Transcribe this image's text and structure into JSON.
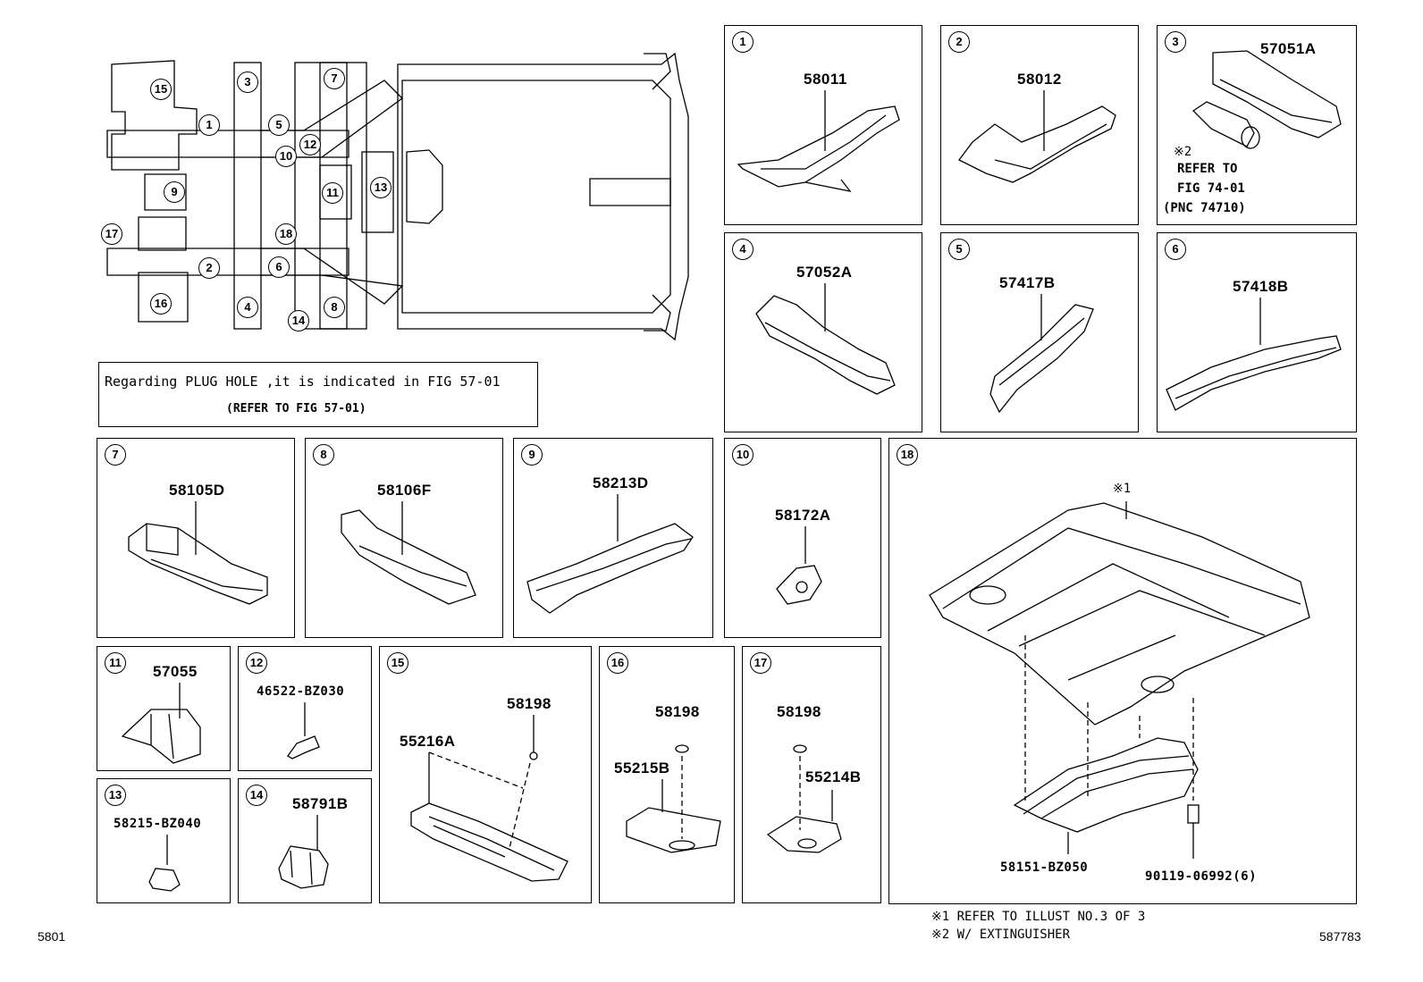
{
  "overview": {
    "callouts": [
      "15",
      "3",
      "1",
      "5",
      "7",
      "12",
      "10",
      "9",
      "11",
      "13",
      "17",
      "18",
      "2",
      "6",
      "16",
      "4",
      "14",
      "8"
    ]
  },
  "plug_note": {
    "line1": "Regarding PLUG HOLE ,it is indicated in FIG 57-01",
    "line2": "(REFER TO FIG 57-01)"
  },
  "panels": [
    {
      "idx": "1",
      "parts": [
        "58011"
      ]
    },
    {
      "idx": "2",
      "parts": [
        "58012"
      ]
    },
    {
      "idx": "3",
      "parts": [
        "57051A"
      ],
      "remark": "※2",
      "refer": [
        "REFER TO",
        "FIG 74-01",
        "(PNC 74710)"
      ]
    },
    {
      "idx": "4",
      "parts": [
        "57052A"
      ]
    },
    {
      "idx": "5",
      "parts": [
        "57417B"
      ]
    },
    {
      "idx": "6",
      "parts": [
        "57418B"
      ]
    },
    {
      "idx": "7",
      "parts": [
        "58105D"
      ]
    },
    {
      "idx": "8",
      "parts": [
        "58106F"
      ]
    },
    {
      "idx": "9",
      "parts": [
        "58213D"
      ]
    },
    {
      "idx": "10",
      "parts": [
        "58172A"
      ]
    },
    {
      "idx": "18",
      "parts": [
        "58151-BZ050",
        "90119-06992(6)"
      ],
      "remark": "※1"
    },
    {
      "idx": "11",
      "parts": [
        "57055"
      ]
    },
    {
      "idx": "12",
      "parts": [
        "46522-BZ030"
      ]
    },
    {
      "idx": "15",
      "parts": [
        "58198",
        "55216A"
      ]
    },
    {
      "idx": "16",
      "parts": [
        "58198",
        "55215B"
      ]
    },
    {
      "idx": "17",
      "parts": [
        "58198",
        "55214B"
      ]
    },
    {
      "idx": "13",
      "parts": [
        "58215-BZ040"
      ]
    },
    {
      "idx": "14",
      "parts": [
        "58791B"
      ]
    }
  ],
  "footnotes": [
    "※1 REFER TO ILLUST NO.3 OF 3",
    "※2 W/ EXTINGUISHER"
  ],
  "page_codes": {
    "left": "5801",
    "right": "587783"
  }
}
